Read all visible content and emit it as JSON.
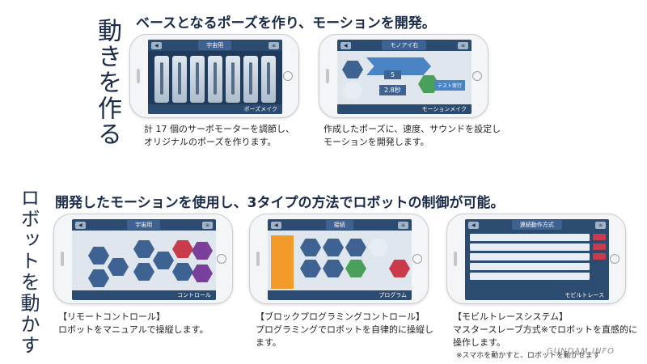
{
  "sections": {
    "create": {
      "vertical_title": "動きを作る",
      "heading": "ベースとなるポーズを作り、モーションを開発。",
      "captions": [
        [
          "計 17 個のサーボモーターを調節し、",
          "オリジナルのポーズを作ります。"
        ],
        [
          "作成したポーズに、速度、サウンドを設定し",
          "モーションを開発します。"
        ]
      ]
    },
    "move": {
      "vertical_title": "ロボットを動かす",
      "heading": "開発したモーションを使用し、3タイプの方法でロボットの制御が可能。",
      "captions": [
        [
          "【リモートコントロール】",
          "ロボットをマニュアルで操縦します。"
        ],
        [
          "【ブロックプログラミングコントロール】",
          "プログラミングでロボットを自律的に操縦し",
          "ます。"
        ],
        [
          "【モビルトレースシステム】",
          "マスタースレーブ方式※でロボットを直感的に",
          "操作します。"
        ]
      ],
      "note": "※スマホを動かすと、ロボットを動かせます"
    }
  },
  "screens": {
    "s1": {
      "title": "宇宙用",
      "footer": "ポーズメイク"
    },
    "s2": {
      "title": "モノアイ右",
      "footer": "モーションメイク",
      "speed_label": "5",
      "time_label": "2.8秒",
      "test_label": "テスト実行"
    },
    "s3": {
      "title": "宇宙用",
      "footer": "コントロール"
    },
    "s4": {
      "title": "接続",
      "footer": "プログラム"
    },
    "s5": {
      "title": "連続動作方式",
      "footer": "モビルトレース"
    }
  },
  "logo": "GUNDAM.INFO"
}
